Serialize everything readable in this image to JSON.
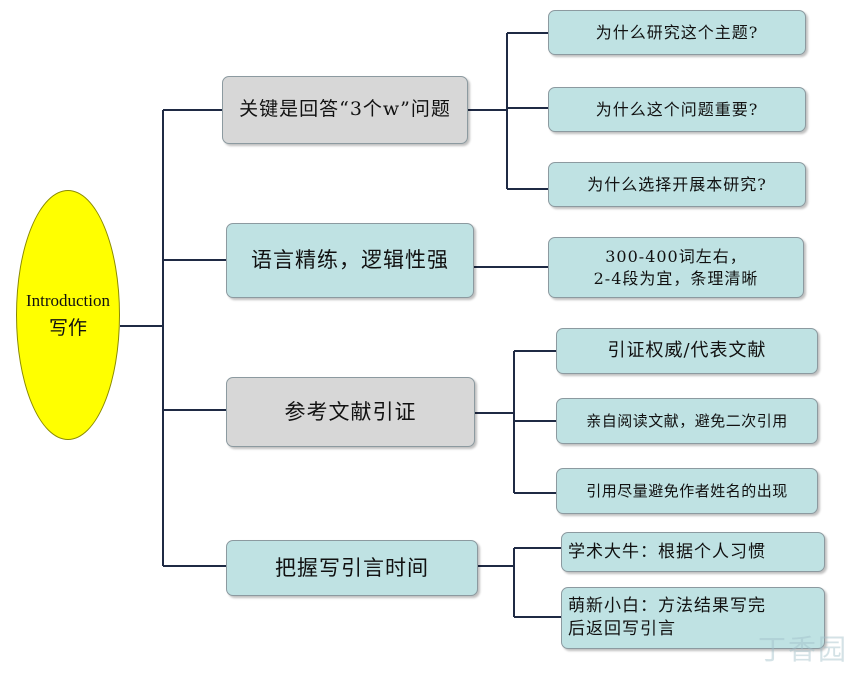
{
  "root": {
    "line1": "Introduction",
    "line2": "写作"
  },
  "branches": [
    {
      "label": "关键是回答“3个w”问题",
      "children": [
        "为什么研究这个主题?",
        "为什么这个问题重要?",
        "为什么选择开展本研究?"
      ]
    },
    {
      "label": "语言精练，逻辑性强",
      "children_multiline": [
        [
          "300-400词左右，",
          "2-4段为宜，条理清晰"
        ]
      ]
    },
    {
      "label": "参考文献引证",
      "children": [
        "引证权威/代表文献",
        "亲自阅读文献，避免二次引用",
        "引用尽量避免作者姓名的出现"
      ]
    },
    {
      "label": "把握写引言时间",
      "children": [
        "学术大牛：根据个人习惯"
      ],
      "children_multiline": [
        [
          "萌新小白：方法结果写完",
          "后返回写引言"
        ]
      ]
    }
  ],
  "watermark": "丁香园",
  "colors": {
    "root_fill": "#ffff00",
    "teal_fill": "#bfe2e3",
    "gray_fill": "#d7d7d7",
    "connector": "#1f2a44"
  }
}
